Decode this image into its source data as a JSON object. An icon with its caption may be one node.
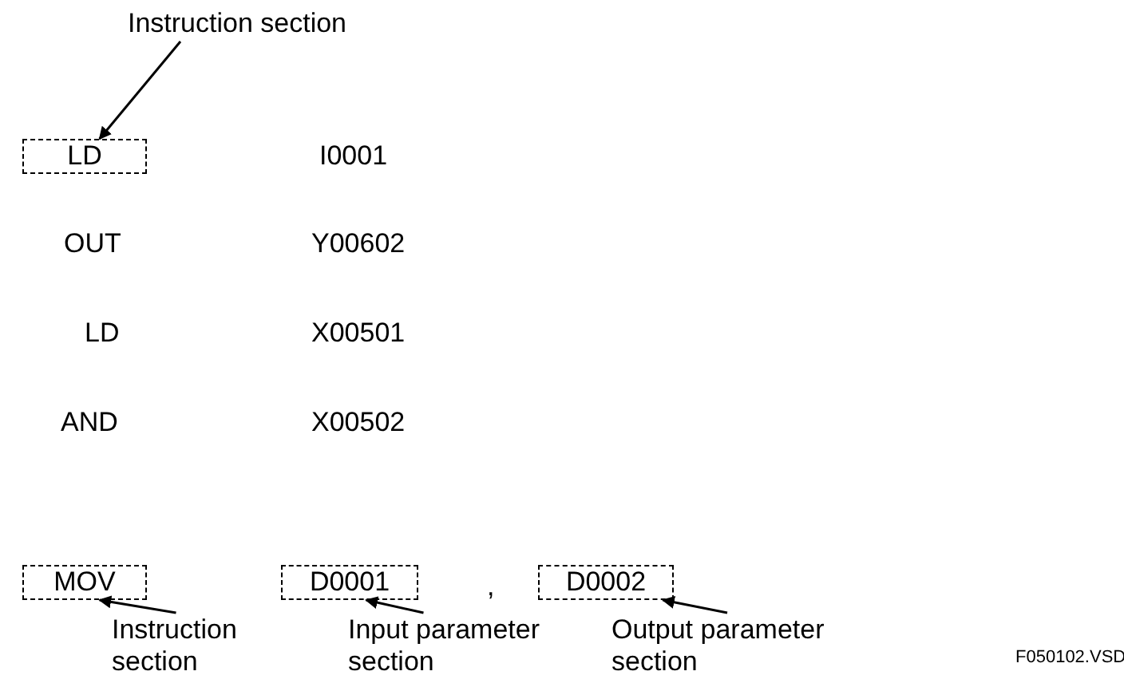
{
  "diagram": {
    "nodes": [
      {
        "text": [
          "Instruction section"
        ]
      },
      {
        "text": [
          "LD"
        ]
      },
      {
        "text": [
          "MOV"
        ]
      },
      {
        "text": [
          "D0001"
        ]
      },
      {
        "text": [
          "D0002"
        ]
      },
      {
        "text": [
          "Instruction section"
        ]
      },
      {
        "text": [
          "Input parameter section"
        ]
      },
      {
        "text": [
          "Output parameter section"
        ]
      }
    ],
    "edges": [
      {
        "from": 0,
        "to": 1,
        "arrow": "to"
      },
      {
        "from": 5,
        "to": 2,
        "arrow": "to"
      },
      {
        "from": 6,
        "to": 3,
        "arrow": "to"
      },
      {
        "from": 7,
        "to": 4,
        "arrow": "to"
      }
    ],
    "labels": [
      "I0001",
      "OUT",
      "Y00602",
      "LD",
      "X00501",
      "AND",
      "X00502",
      ",",
      "F050102.VSD"
    ]
  }
}
